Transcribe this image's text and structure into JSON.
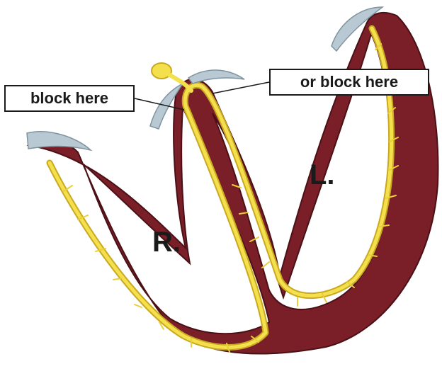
{
  "callouts": {
    "left": "block here",
    "right": "or block here"
  },
  "chambers": {
    "right": "R.",
    "left": "L."
  },
  "colors": {
    "muscle": "#7a1f28",
    "muscle_edge": "#4a1016",
    "nerve": "#f4e04d",
    "nerve_edge": "#c9a922",
    "valve": "#b9c9d3",
    "background": "#ffffff"
  }
}
